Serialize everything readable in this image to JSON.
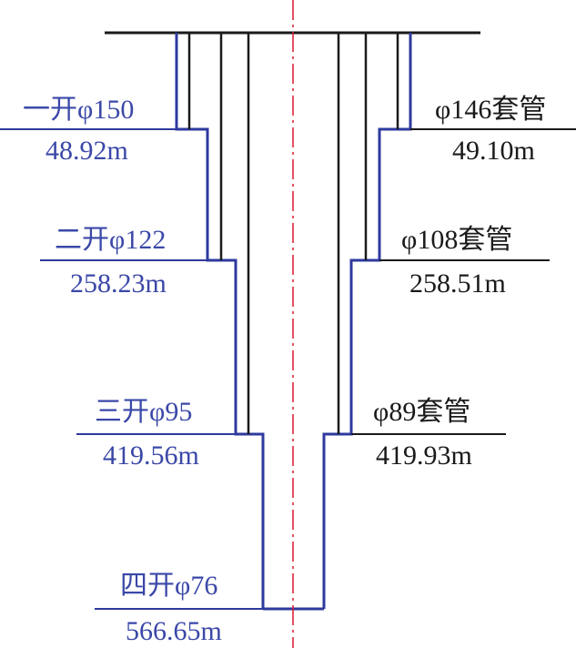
{
  "colors": {
    "borehole": "#2e3a9e",
    "casing": "#1a1a1a",
    "centerline": "#d8182f",
    "label_blue": "#3b48a8",
    "label_dark": "#1a1a1a"
  },
  "stages": [
    {
      "name": "一开φ150",
      "depth": "48.92m"
    },
    {
      "name": "二开φ122",
      "depth": "258.23m"
    },
    {
      "name": "三开φ95",
      "depth": "419.56m"
    },
    {
      "name": "四开φ76",
      "depth": "566.65m"
    }
  ],
  "casings": [
    {
      "name": "φ146套管",
      "depth": "49.10m"
    },
    {
      "name": "φ108套管",
      "depth": "258.51m"
    },
    {
      "name": "φ89套管",
      "depth": "419.93m"
    }
  ]
}
